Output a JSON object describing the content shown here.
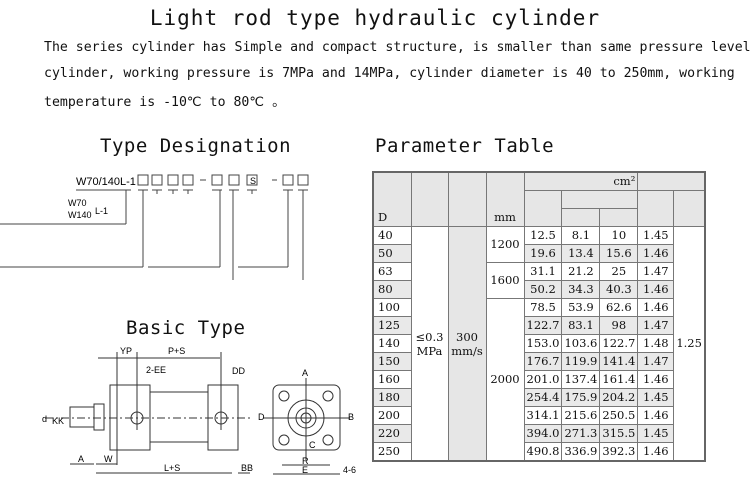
{
  "title": "Light rod type hydraulic cylinder",
  "description": [
    "The series cylinder has Simple and compact structure, is smaller than same pressure level",
    "cylinder, working pressure is 7MPa and 14MPa, cylinder diameter is 40 to 250mm,  working",
    "temperature is -10℃ to 80℃ 。"
  ],
  "type_designation": {
    "heading": "Type  Designation",
    "code_prefix": "W70/140L-1",
    "s_box": "S",
    "model_w70": "W70",
    "model_w140": "W140",
    "model_suffix": "L-1"
  },
  "basic_type": {
    "heading": "Basic Type",
    "labels": {
      "yp": "YP",
      "ps": "P+S",
      "ee": "2-EE",
      "dd": "DD",
      "a": "A",
      "w": "W",
      "ls": "L+S",
      "bb": "BB",
      "d": "d",
      "kk": "KK",
      "fa": "A",
      "fb": "B",
      "fc": "C",
      "fd": "D",
      "r": "R",
      "e": "E",
      "holes": "4-6"
    }
  },
  "parameter_table": {
    "heading": "Parameter Table",
    "header": {
      "d": "D",
      "mm": "mm",
      "unit": "cm²"
    },
    "pressure": "≤0.3 MPa",
    "speed": "300 mm/s",
    "ratio_all": "1.25",
    "rows": [
      {
        "d": "40",
        "stroke": "1200",
        "a": "12.5",
        "b": "8.1",
        "c": "10",
        "r": "1.45"
      },
      {
        "d": "50",
        "a": "19.6",
        "b": "13.4",
        "c": "15.6",
        "r": "1.46"
      },
      {
        "d": "63",
        "stroke": "1600",
        "a": "31.1",
        "b": "21.2",
        "c": "25",
        "r": "1.47"
      },
      {
        "d": "80",
        "a": "50.2",
        "b": "34.3",
        "c": "40.3",
        "r": "1.46"
      },
      {
        "d": "100",
        "stroke": "2000",
        "a": "78.5",
        "b": "53.9",
        "c": "62.6",
        "r": "1.46"
      },
      {
        "d": "125",
        "a": "122.7",
        "b": "83.1",
        "c": "98",
        "r": "1.47"
      },
      {
        "d": "140",
        "a": "153.0",
        "b": "103.6",
        "c": "122.7",
        "r": "1.48"
      },
      {
        "d": "150",
        "a": "176.7",
        "b": "119.9",
        "c": "141.4",
        "r": "1.47"
      },
      {
        "d": "160",
        "a": "201.0",
        "b": "137.4",
        "c": "161.4",
        "r": "1.46"
      },
      {
        "d": "180",
        "a": "254.4",
        "b": "175.9",
        "c": "204.2",
        "r": "1.45"
      },
      {
        "d": "200",
        "a": "314.1",
        "b": "215.6",
        "c": "250.5",
        "r": "1.46"
      },
      {
        "d": "220",
        "a": "394.0",
        "b": "271.3",
        "c": "315.5",
        "r": "1.45"
      },
      {
        "d": "250",
        "a": "490.8",
        "b": "336.9",
        "c": "392.3",
        "r": "1.46"
      }
    ]
  }
}
